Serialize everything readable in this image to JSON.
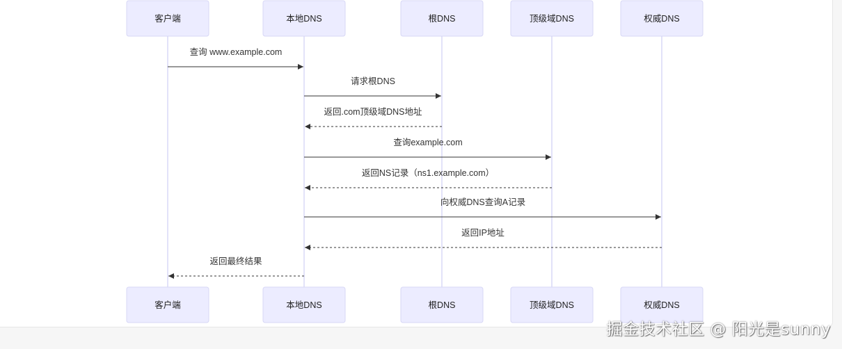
{
  "actors": [
    {
      "id": "client",
      "label": "客户端"
    },
    {
      "id": "local",
      "label": "本地DNS"
    },
    {
      "id": "root",
      "label": "根DNS"
    },
    {
      "id": "tld",
      "label": "顶级域DNS"
    },
    {
      "id": "auth",
      "label": "权威DNS"
    }
  ],
  "messages": [
    {
      "from": "client",
      "to": "local",
      "label": "查询 www.example.com",
      "style": "solid"
    },
    {
      "from": "local",
      "to": "root",
      "label": "请求根DNS",
      "style": "solid"
    },
    {
      "from": "root",
      "to": "local",
      "label": "返回.com顶级域DNS地址",
      "style": "dashed"
    },
    {
      "from": "local",
      "to": "tld",
      "label": "查询example.com",
      "style": "solid"
    },
    {
      "from": "tld",
      "to": "local",
      "label": "返回NS记录（ns1.example.com）",
      "style": "dashed"
    },
    {
      "from": "local",
      "to": "auth",
      "label": "向权威DNS查询A记录",
      "style": "solid"
    },
    {
      "from": "auth",
      "to": "local",
      "label": "返回IP地址",
      "style": "dashed"
    },
    {
      "from": "local",
      "to": "client",
      "label": "返回最终结果",
      "style": "dashed"
    }
  ],
  "watermark": "掘金技术社区 @ 阳光是sunny"
}
